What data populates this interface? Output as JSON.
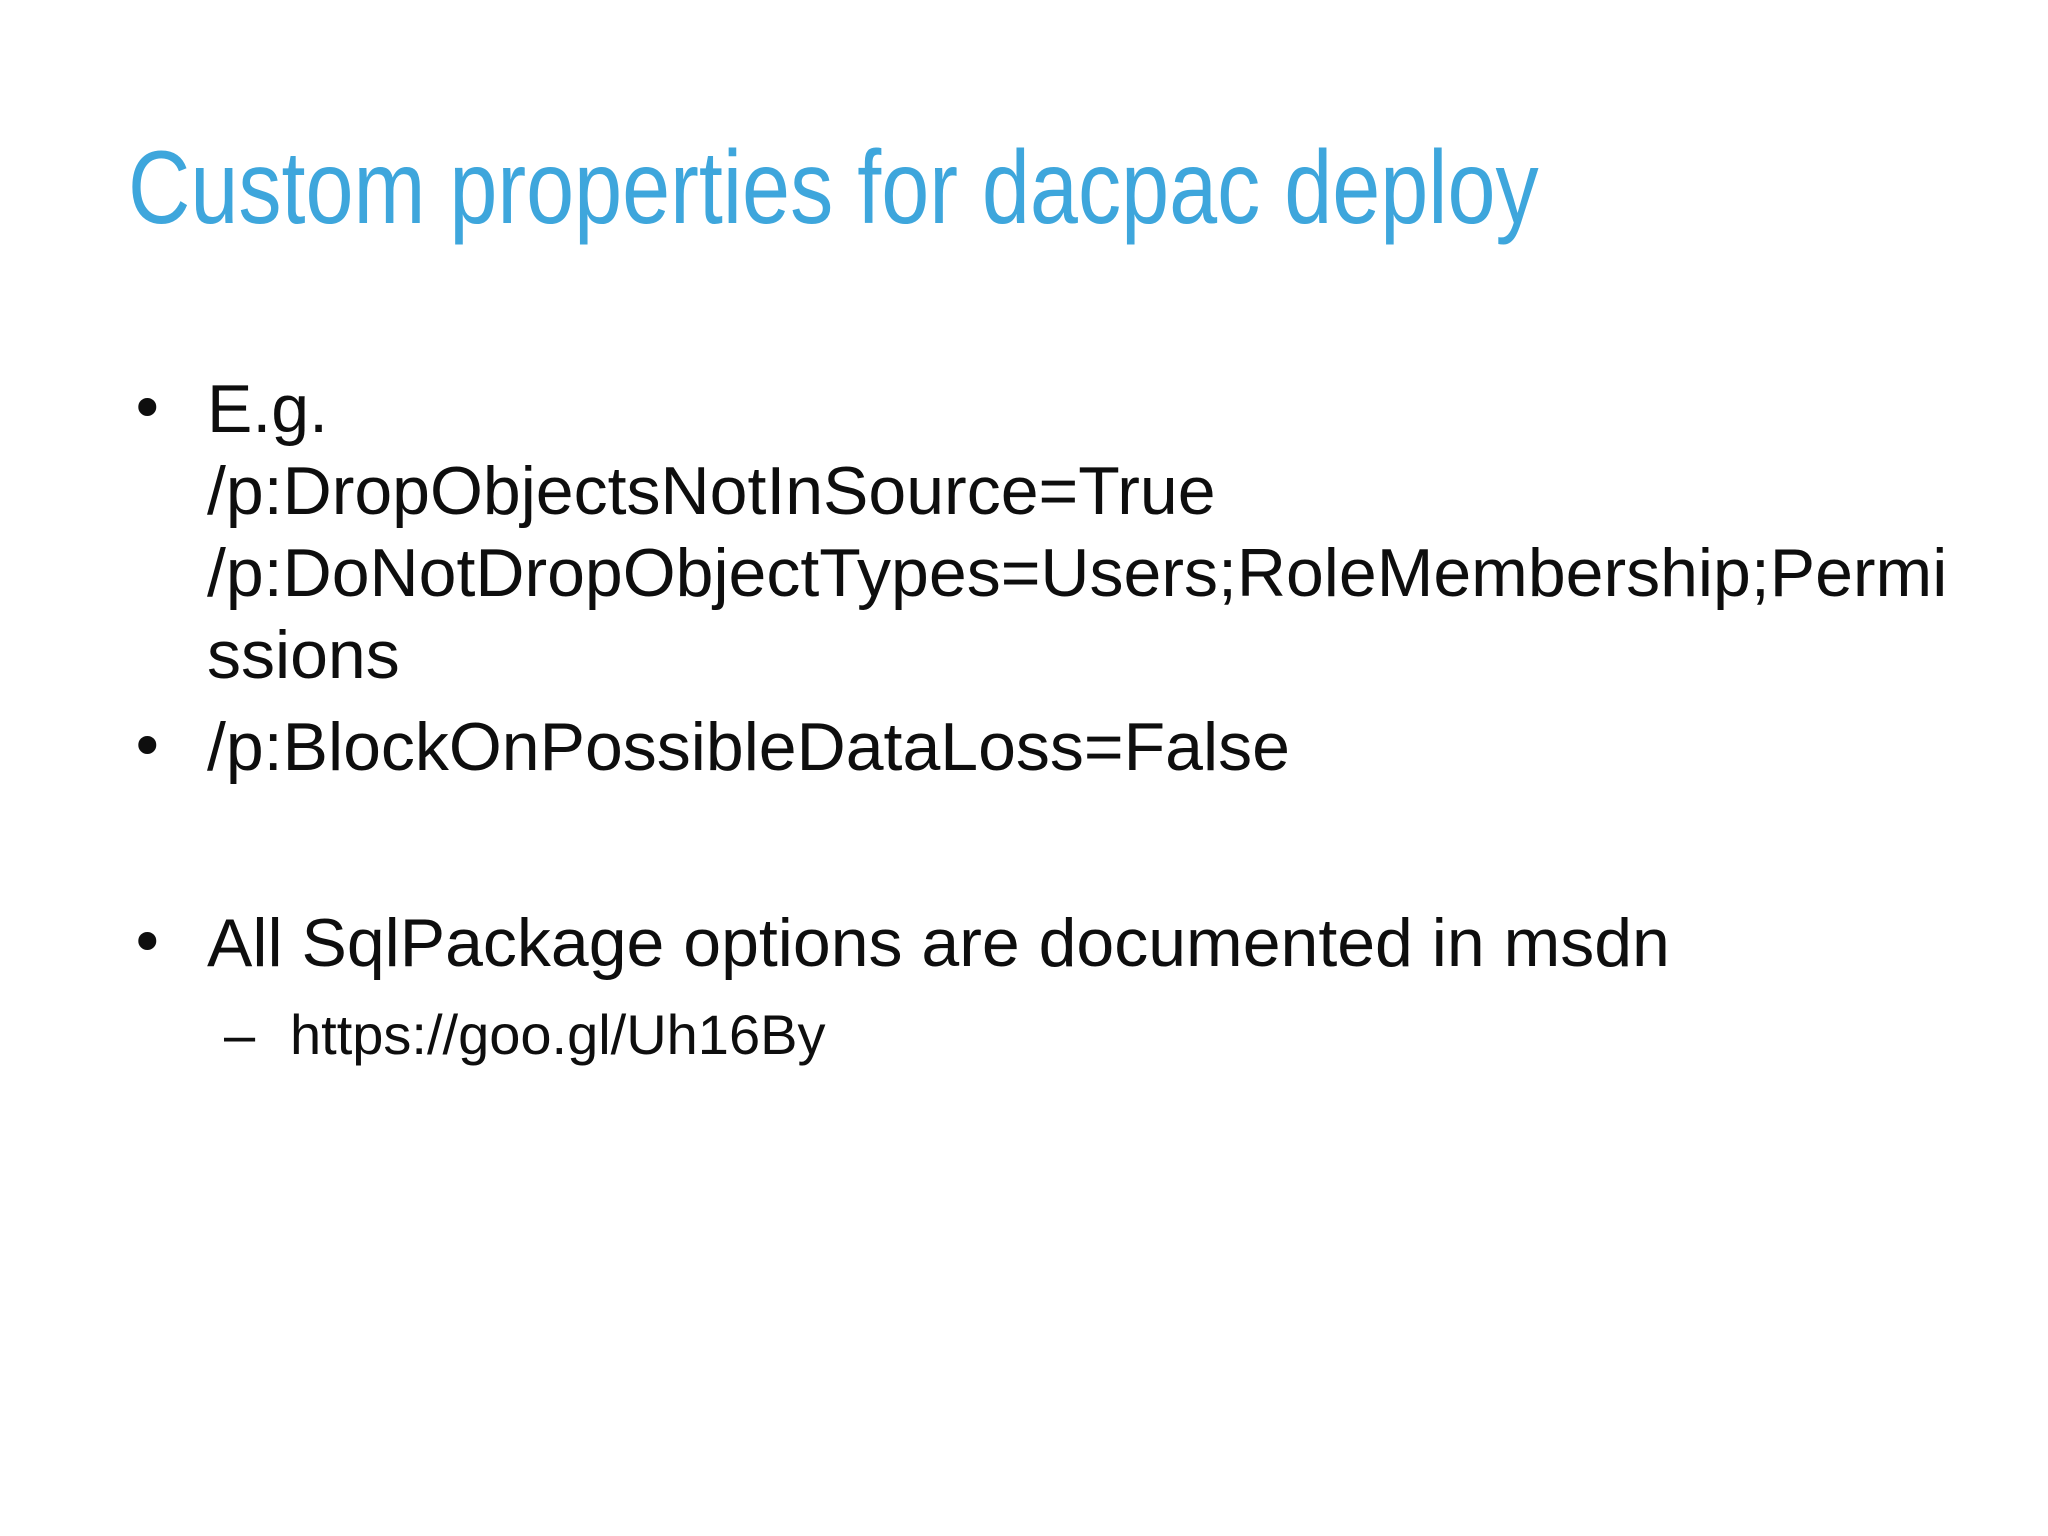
{
  "slide": {
    "title": "Custom properties for dacpac deploy",
    "bullet1": "E.g.\n/p:DropObjectsNotInSource=True\n/p:DoNotDropObjectTypes=Users;RoleMembership;Permissions",
    "bullet2": "/p:BlockOnPossibleDataLoss=False",
    "bullet3": "All SqlPackage options are documented in msdn",
    "sub_bullet3_link": "https://goo.gl/Uh16By"
  },
  "markers": {
    "bullet": "•",
    "dash": "–"
  },
  "colors": {
    "title": "#3EA6DC",
    "body": "#0E0E0E",
    "background": "#FFFFFF"
  }
}
